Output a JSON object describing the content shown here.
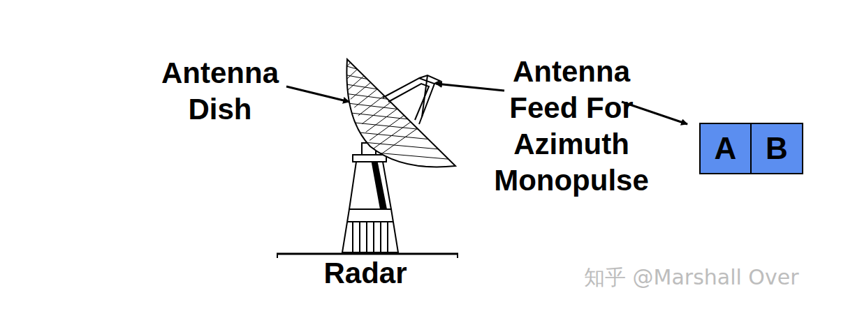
{
  "diagram": {
    "nodes": [
      {
        "text": [
          "A"
        ]
      },
      {
        "text": [
          "B"
        ]
      }
    ],
    "labels": [
      "Antenna Dish",
      "Antenna Feed For Azimuth Monopulse",
      "Radar",
      "知乎 @Marshall Over"
    ]
  }
}
